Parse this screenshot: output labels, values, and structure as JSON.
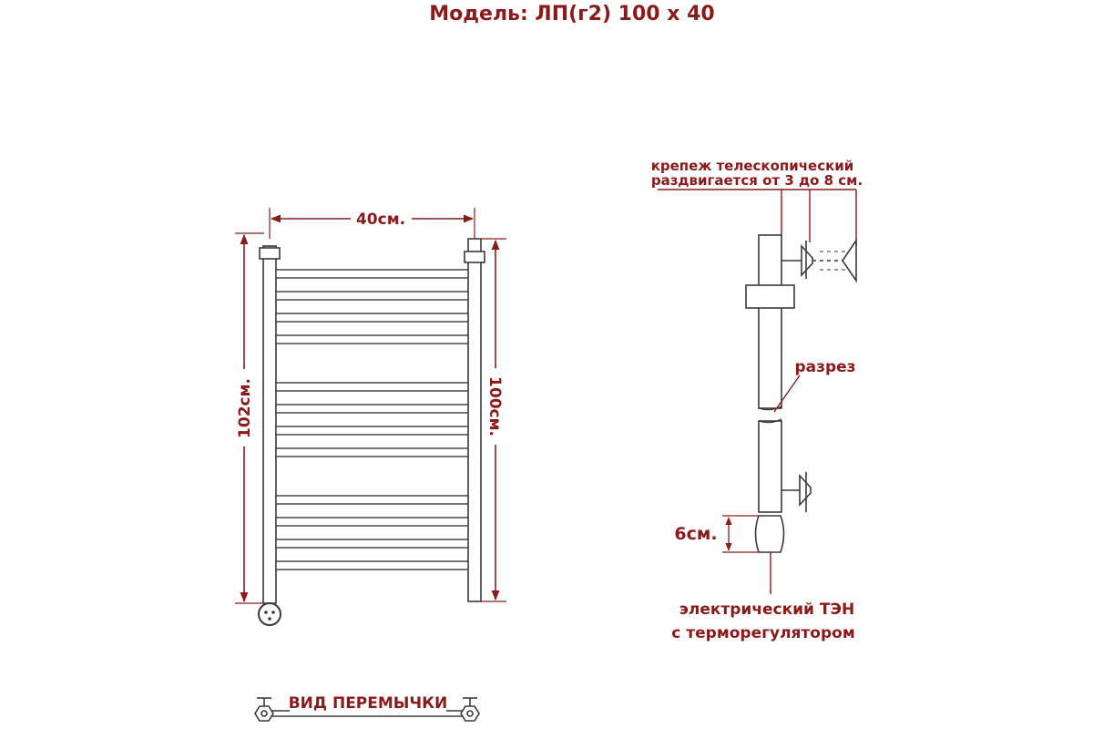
{
  "title": "Модель: ЛП(г2) 100 х 40",
  "front_view": {
    "width_label": "40см.",
    "left_height_label": "102см.",
    "right_height_label": "100см."
  },
  "side_view": {
    "mount_note_line1": "крепеж телескопический",
    "mount_note_line2": "раздвигается от 3 до 8 см.",
    "section_label": "разрез",
    "heater_offset_label": "6см.",
    "heater_label_line1": "электрический  ТЭН",
    "heater_label_line2": "с терморегулятором"
  },
  "jumper_view": {
    "label": "ВИД ПЕРЕМЫЧКИ"
  },
  "colors": {
    "dimension": "#8b1a1a",
    "outline": "#3a3a3a"
  }
}
